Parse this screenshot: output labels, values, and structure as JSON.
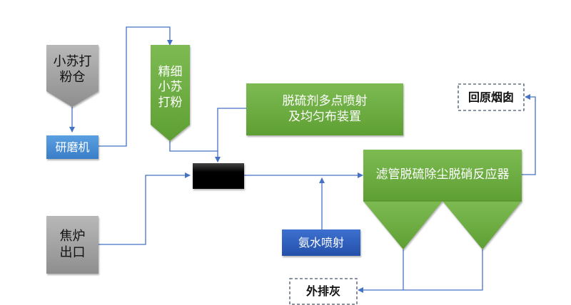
{
  "nodes": {
    "baking_soda_silo": "小苏打\n粉仓",
    "grinder": "研磨机",
    "fine_powder": "精细\n小苏\n打粉",
    "desulfurizer_injector": "脱硫剂多点喷射\n及均匀布装置",
    "mixer": "",
    "coke_oven_outlet": "焦炉\n出口",
    "ammonia_injection": "氨水喷射",
    "reactor": "滤管脱硫除尘脱硝反应器",
    "return_chimney": "回原烟囱",
    "ash_discharge": "外排灰"
  },
  "colors": {
    "gray": "#a6a6a6",
    "blue": "#4a8fd6",
    "dark_blue": "#2f5fbf",
    "green": "#6cae3f",
    "arrow": "#4472c4"
  }
}
